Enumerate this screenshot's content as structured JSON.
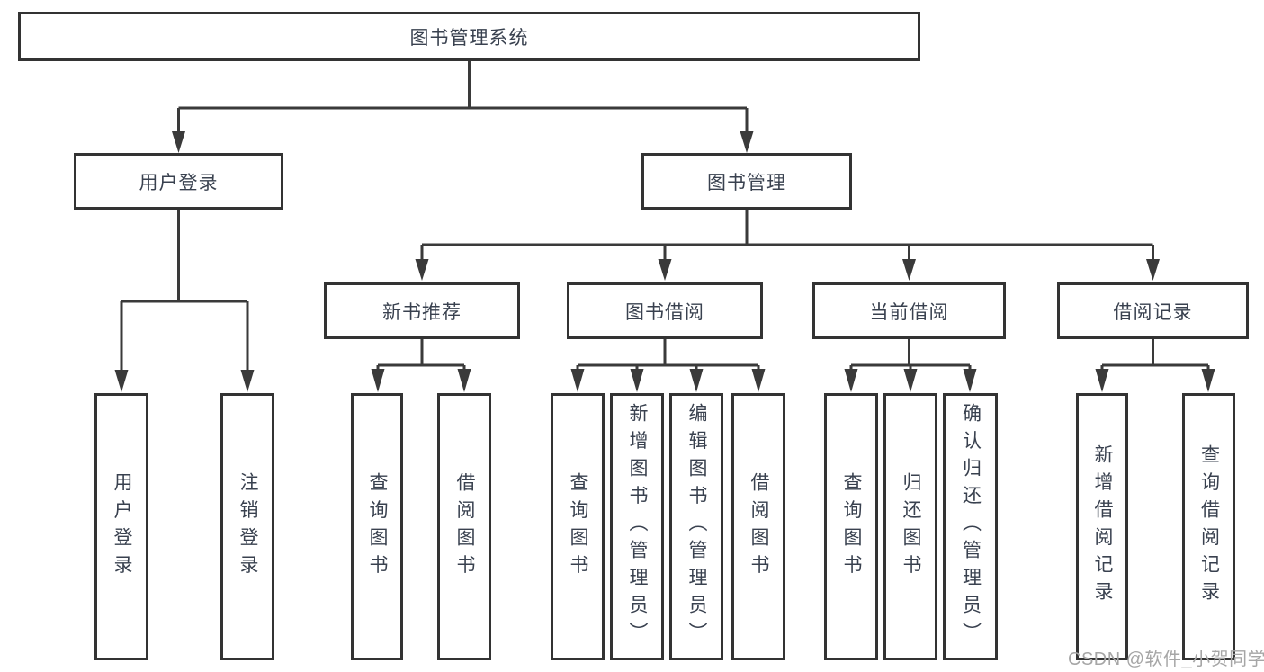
{
  "tree": {
    "root": {
      "label": "图书管理系统"
    },
    "branches": [
      {
        "label": "用户登录",
        "children": [
          {
            "label": "用户登录"
          },
          {
            "label": "注销登录"
          }
        ]
      },
      {
        "label": "图书管理",
        "children": [
          {
            "label": "新书推荐",
            "children": [
              {
                "label": "查询图书"
              },
              {
                "label": "借阅图书"
              }
            ]
          },
          {
            "label": "图书借阅",
            "children": [
              {
                "label": "查询图书"
              },
              {
                "label": "新增图书（管理员）"
              },
              {
                "label": "编辑图书（管理员）"
              },
              {
                "label": "借阅图书"
              }
            ]
          },
          {
            "label": "当前借阅",
            "children": [
              {
                "label": "查询图书"
              },
              {
                "label": "归还图书"
              },
              {
                "label": "确认归还（管理员）"
              }
            ]
          },
          {
            "label": "借阅记录",
            "children": [
              {
                "label": "新增借阅记录"
              },
              {
                "label": "查询借阅记录"
              }
            ]
          }
        ]
      }
    ]
  },
  "watermark": {
    "text": "CSDN @软件_小贺同学"
  },
  "colors": {
    "line": "#3a3a3a",
    "border": "#333333",
    "text": "#39414f",
    "watermark": "#a6a6a6",
    "background": "#ffffff"
  }
}
